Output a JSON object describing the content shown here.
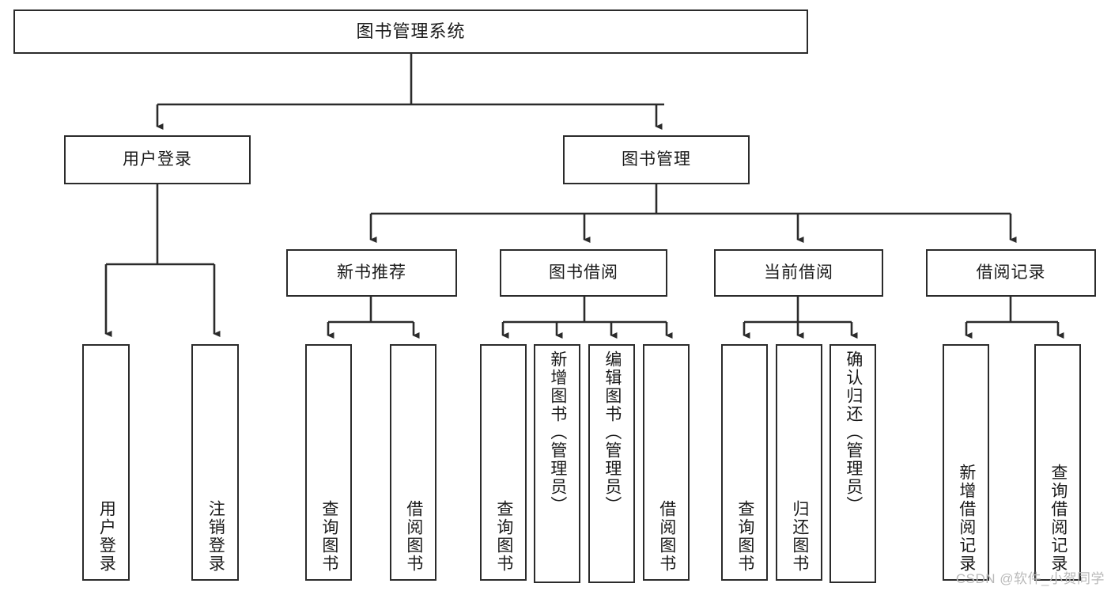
{
  "diagram": {
    "type": "tree",
    "title": "图书管理系统",
    "watermark": "CSDN @软件_小贺同学",
    "root": {
      "id": "root",
      "label": "图书管理系统"
    },
    "level2": [
      {
        "id": "user-login",
        "label": "用户登录"
      },
      {
        "id": "book-management",
        "label": "图书管理"
      }
    ],
    "level3": [
      {
        "id": "new-book-recommend",
        "label": "新书推荐"
      },
      {
        "id": "book-borrow",
        "label": "图书借阅"
      },
      {
        "id": "current-borrow",
        "label": "当前借阅"
      },
      {
        "id": "borrow-record",
        "label": "借阅记录"
      }
    ],
    "leaves": [
      {
        "id": "leaf-user-login",
        "label": "用户登录",
        "parent": "user-login"
      },
      {
        "id": "leaf-logout",
        "label": "注销登录",
        "parent": "user-login"
      },
      {
        "id": "leaf-query-book-1",
        "label": "查询图书",
        "parent": "new-book-recommend"
      },
      {
        "id": "leaf-borrow-book-1",
        "label": "借阅图书",
        "parent": "new-book-recommend"
      },
      {
        "id": "leaf-query-book-2",
        "label": "查询图书",
        "parent": "book-borrow"
      },
      {
        "id": "leaf-add-book",
        "label": "新增图书（管理员）",
        "parent": "book-borrow"
      },
      {
        "id": "leaf-edit-book",
        "label": "编辑图书（管理员）",
        "parent": "book-borrow"
      },
      {
        "id": "leaf-borrow-book-2",
        "label": "借阅图书",
        "parent": "book-borrow"
      },
      {
        "id": "leaf-query-book-3",
        "label": "查询图书",
        "parent": "current-borrow"
      },
      {
        "id": "leaf-return-book",
        "label": "归还图书",
        "parent": "current-borrow"
      },
      {
        "id": "leaf-confirm-return",
        "label": "确认归还（管理员）",
        "parent": "current-borrow"
      },
      {
        "id": "leaf-add-record",
        "label": "新增借阅记录",
        "parent": "borrow-record"
      },
      {
        "id": "leaf-query-record",
        "label": "查询借阅记录",
        "parent": "borrow-record"
      }
    ],
    "colors": {
      "stroke": "#2b2b2b",
      "fill": "#ffffff",
      "text": "#1a1a1a",
      "watermark": "#b9b9b9"
    }
  }
}
